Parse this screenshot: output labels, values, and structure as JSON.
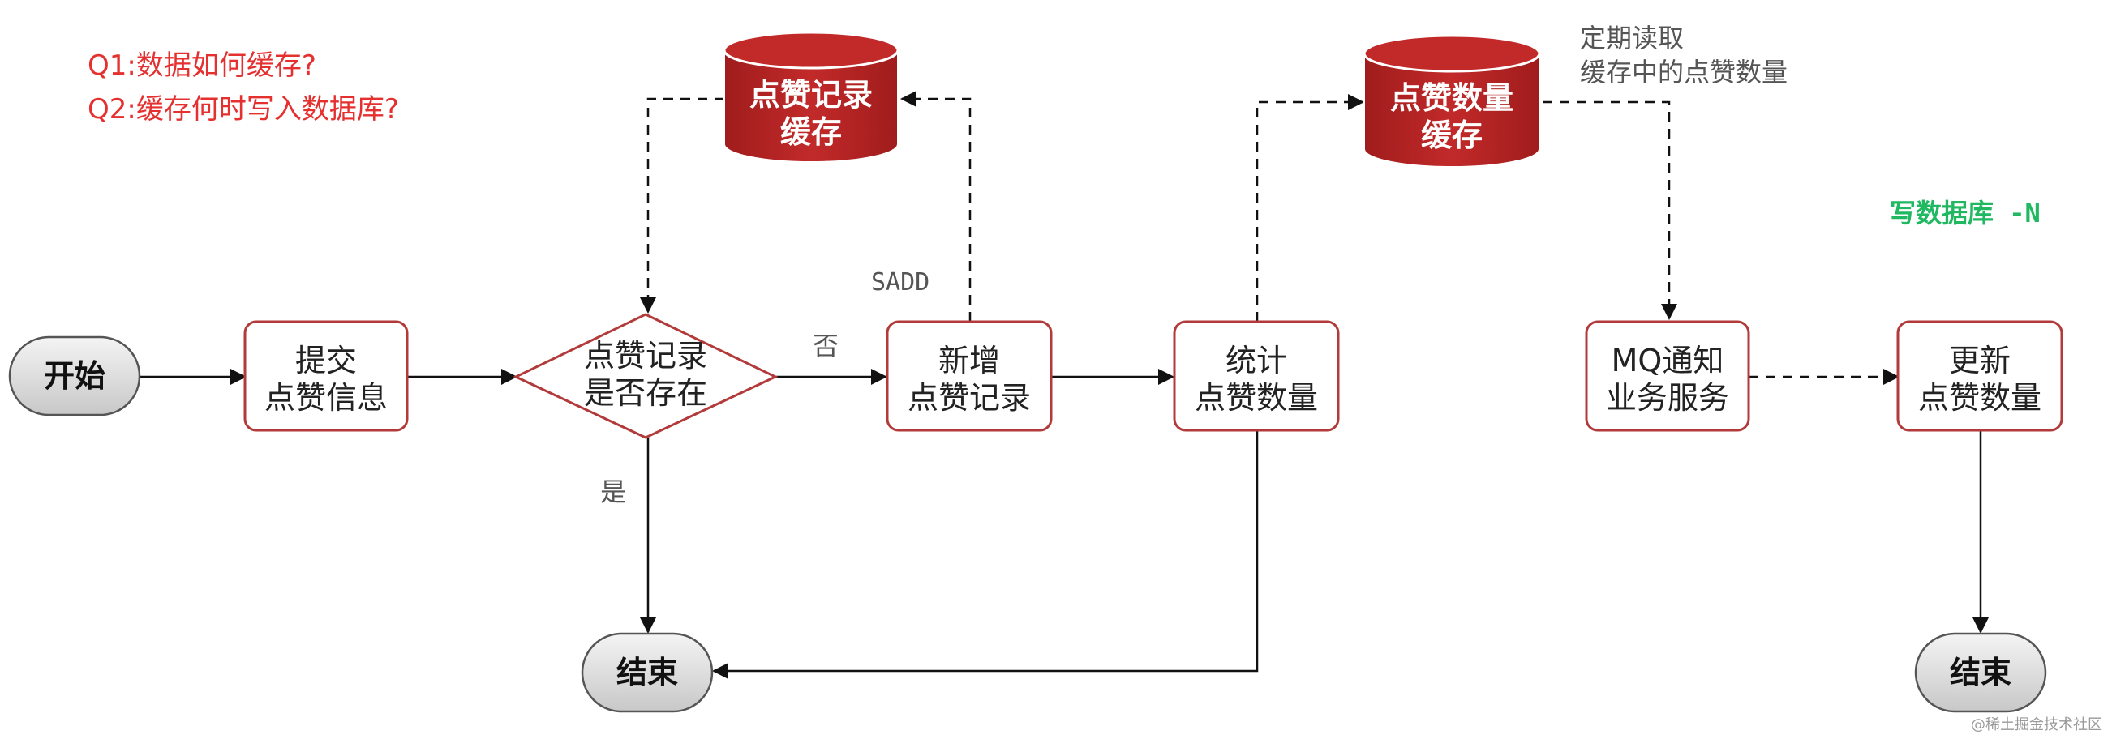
{
  "questions": {
    "q1": "Q1:数据如何缓存?",
    "q2": "Q2:缓存何时写入数据库?"
  },
  "nodes": {
    "start": "开始",
    "submit": [
      "提交",
      "点赞信息"
    ],
    "decision": [
      "点赞记录",
      "是否存在"
    ],
    "add_record": [
      "新增",
      "点赞记录"
    ],
    "count": [
      "统计",
      "点赞数量"
    ],
    "mq_notify": [
      "MQ通知",
      "业务服务"
    ],
    "update_count": [
      "更新",
      "点赞数量"
    ],
    "end_left": "结束",
    "end_right": "结束"
  },
  "caches": {
    "record_cache": [
      "点赞记录",
      "缓存"
    ],
    "count_cache": [
      "点赞数量",
      "缓存"
    ]
  },
  "edge_labels": {
    "no": "否",
    "yes": "是",
    "sadd": "SADD",
    "periodic": [
      "定期读取",
      "缓存中的点赞数量"
    ],
    "write_db": "写数据库 -N"
  },
  "watermark": "@稀土掘金技术社区",
  "colors": {
    "box_border": "#b33a3a",
    "cache_fill": "#b52525",
    "question_red": "#e53030",
    "green": "#20b860",
    "terminal_fill": "#d9d9d9"
  }
}
